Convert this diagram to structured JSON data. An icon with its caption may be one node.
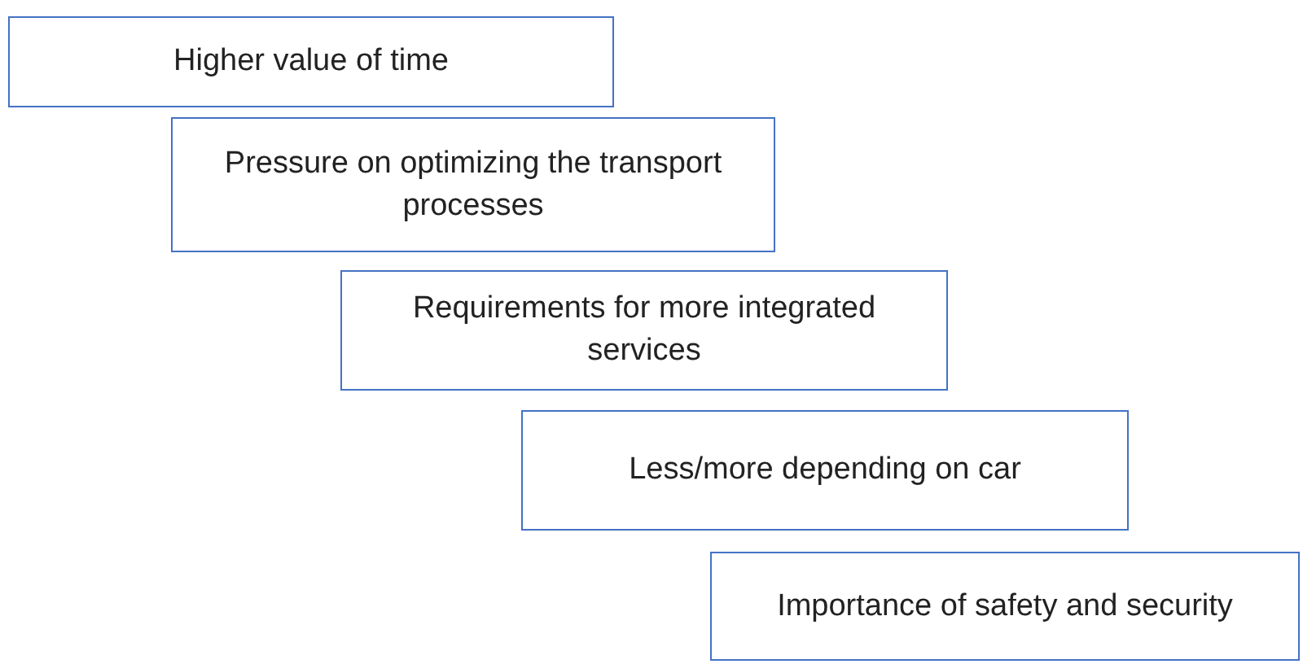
{
  "diagram": {
    "nodes": [
      {
        "text": [
          "Higher value of time"
        ]
      },
      {
        "text": [
          "Pressure on optimizing the transport processes"
        ]
      },
      {
        "text": [
          "Requirements for more integrated services"
        ]
      },
      {
        "text": [
          "Less/more depending on car"
        ]
      },
      {
        "text": [
          "Importance of safety and security"
        ]
      }
    ]
  }
}
